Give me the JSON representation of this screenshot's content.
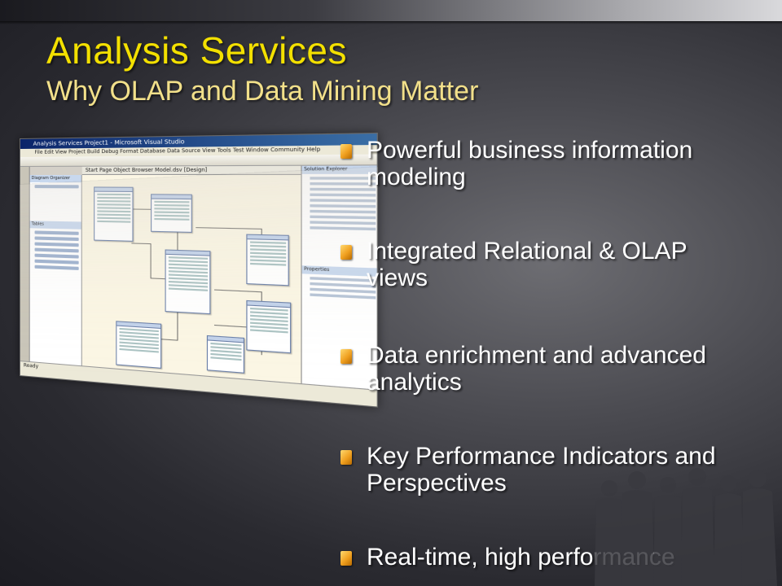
{
  "slide": {
    "title": "Analysis Services",
    "subtitle": "Why OLAP and Data Mining Matter"
  },
  "bullets": [
    {
      "text": "Powerful business information modeling"
    },
    {
      "text": "Integrated Relational & OLAP views"
    },
    {
      "text": "Data enrichment and advanced analytics"
    },
    {
      "text": "Key Performance Indicators and Perspectives"
    },
    {
      "text": "Real-time, high performance"
    }
  ],
  "screenshot": {
    "window_title": "Analysis Services Project1 - Microsoft Visual Studio",
    "menu": "File  Edit  View  Project  Build  Debug  Format  Database  Data Source View  Tools  Test  Window  Community  Help",
    "tab_label": "Start Page    Object Browser    Model.dsv [Design]",
    "left_panel_header": "Diagram Organizer",
    "left_panel_tables_header": "Tables",
    "right_panel_header": "Solution Explorer",
    "right_panel_props_header": "Properties",
    "status_text": "Ready"
  },
  "colors": {
    "title": "#f3e000",
    "subtitle": "#f2e08a",
    "bullet_text": "#ffffff",
    "bullet_marker": "#f0a020"
  }
}
